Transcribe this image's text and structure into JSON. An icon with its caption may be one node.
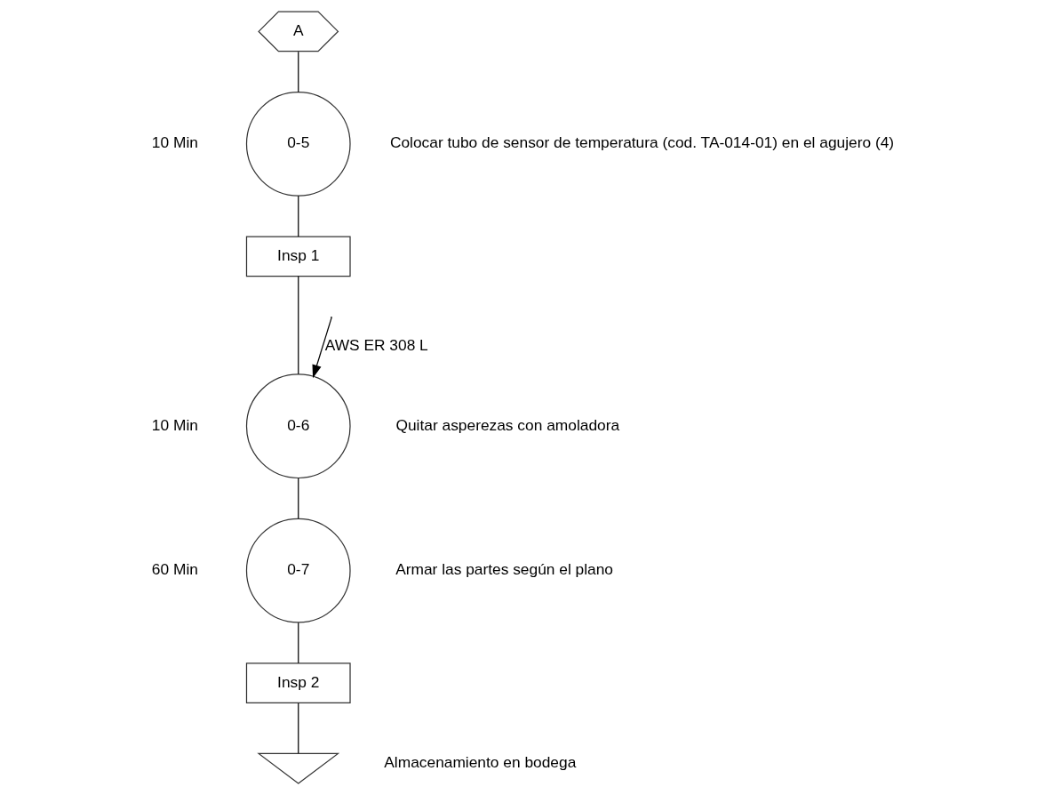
{
  "diagram": {
    "nodes": [
      {
        "text": [
          "A"
        ]
      },
      {
        "text": [
          "0-5"
        ],
        "beside": [
          "10 Min",
          "Colocar tubo de sensor de temperatura (cod. TA-014-01) en el agujero (4)"
        ]
      },
      {
        "text": [
          "Insp 1"
        ]
      },
      {
        "text": [
          "0-6"
        ],
        "beside": [
          "10 Min",
          "Quitar asperezas con amoladora"
        ]
      },
      {
        "text": [
          "0-7"
        ],
        "beside": [
          "60 Min",
          "Armar las partes según el plano"
        ]
      },
      {
        "text": [
          "Insp 2"
        ]
      },
      {
        "text": [],
        "shape": "triangle",
        "beside": [
          "Almacenamiento en bodega"
        ]
      }
    ],
    "edges": [
      {
        "from": 0,
        "to": 1,
        "arrow": "none"
      },
      {
        "from": 1,
        "to": 2,
        "arrow": "none"
      },
      {
        "from": null,
        "to": 3,
        "arrow": "to",
        "label": "AWS ER 308 L"
      },
      {
        "from": 2,
        "to": 3,
        "arrow": "none"
      },
      {
        "from": 3,
        "to": 4,
        "arrow": "none"
      },
      {
        "from": 4,
        "to": 5,
        "arrow": "none"
      },
      {
        "from": 5,
        "to": 6,
        "arrow": "none"
      }
    ]
  }
}
